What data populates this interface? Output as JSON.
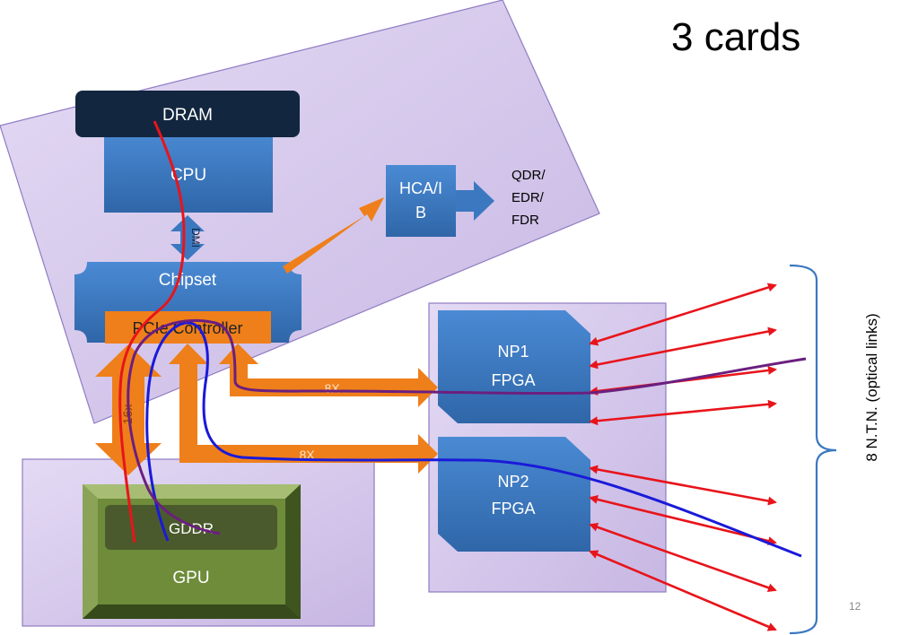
{
  "slide": {
    "title": "3 cards",
    "page_number": "12"
  },
  "host": {
    "dram": "DRAM",
    "cpu": "CPU",
    "dmi": "DMI",
    "chipset": "Chipset",
    "pcie_controller": "PCIe Controller",
    "hca_line1": "HCA/I",
    "hca_line2": "B",
    "link_types": [
      "QDR/",
      "EDR/",
      "FDR"
    ]
  },
  "gpu_card": {
    "gddr": "GDDR",
    "gpu": "GPU",
    "link_width": "16x"
  },
  "apenet_card": {
    "np1_line1": "NP1",
    "np1_line2": "FPGA",
    "np2_line1": "NP2",
    "np2_line2": "FPGA",
    "np1_link_width": "8X",
    "np2_link_width": "8X"
  },
  "links_label": "8 N.T.N. (optical links)",
  "colors": {
    "card_fill": "#cdbfe6",
    "card_stroke": "#8e7cc3",
    "block_blue": "#3c78c0",
    "dram_dark": "#13263f",
    "orange": "#ef7f1a",
    "red": "#e8141b",
    "blue": "#1a1ad9",
    "purple": "#6b1f7f",
    "gpu_green": "#6e8c3a",
    "gddr_green": "#4a5a2c"
  }
}
